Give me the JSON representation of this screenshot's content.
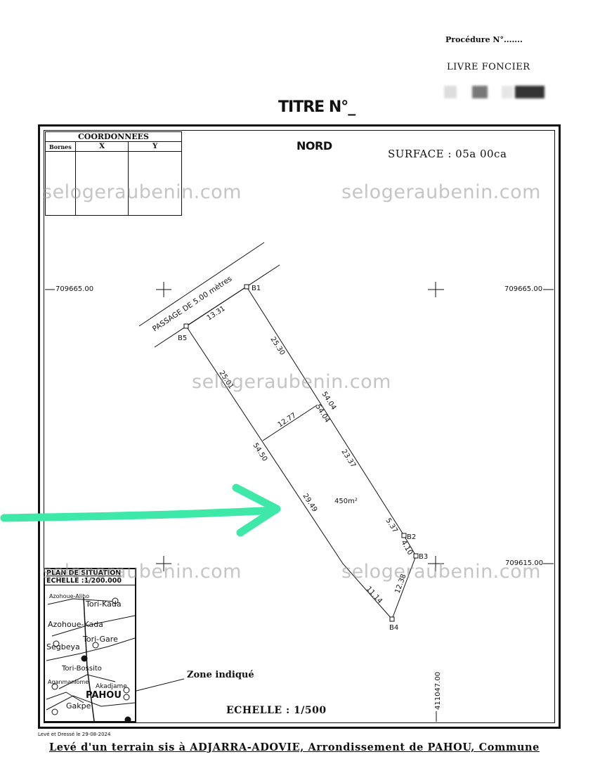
{
  "header": {
    "procedure": "Procédure N°.......",
    "livre_foncier": "LIVRE FONCIER",
    "titre": "TITRE N°_"
  },
  "coordinates_table": {
    "title": "COORDONNEES",
    "headers": [
      "Bornes",
      "X",
      "Y"
    ]
  },
  "plan": {
    "nord": "NORD",
    "surface": "SURFACE   : 05a  00ca",
    "passage": "PASSAGE  DE  5.00  mètres",
    "area": "450m²",
    "grid_labels": {
      "left_top": "709665.00",
      "right_top": "709665.00",
      "right_bottom": "709615.00",
      "vertical": "411047.00"
    },
    "bornes": [
      "B1",
      "B2",
      "B3",
      "B4",
      "B5"
    ],
    "dimensions": {
      "d_13_31": "13.31",
      "d_25_30": "25.30",
      "d_25_01": "25.01",
      "d_54_04a": "54.04",
      "d_54_04b": "54.04",
      "d_12_77": "12.77",
      "d_54_50": "54.50",
      "d_23_37": "23.37",
      "d_29_49": "29.49",
      "d_5_37": "5.37",
      "d_4_10": "4.10",
      "d_12_38": "12.38",
      "d_11_14": "11.14"
    },
    "watermark": "selogeraubenin.com",
    "arrow_color": "#3ee8a8"
  },
  "situation": {
    "title": "PLAN DE SITUATION",
    "scale": "ECHELLE :1/200.000",
    "places": {
      "p1": "Azohoue-Aliho",
      "p2": "Tori-Kada",
      "p3": "Azohoue-Kada",
      "p4": "Tori-Gare",
      "p5": "Segbeya",
      "p6": "Tori-Bossito",
      "p7": "Aganmanlome",
      "p8": "Akadjame",
      "p9": "PAHOU",
      "p10": "Gakpe"
    }
  },
  "zone_indique": "Zone indiqué",
  "echelle": "ECHELLE  :  1/500",
  "leve": "Levé et Dressé  le 29-08-2024",
  "footer": "Levé d'un terrain sis à ADJARRA-ADOVIE, Arrondissement de PAHOU, Commune"
}
